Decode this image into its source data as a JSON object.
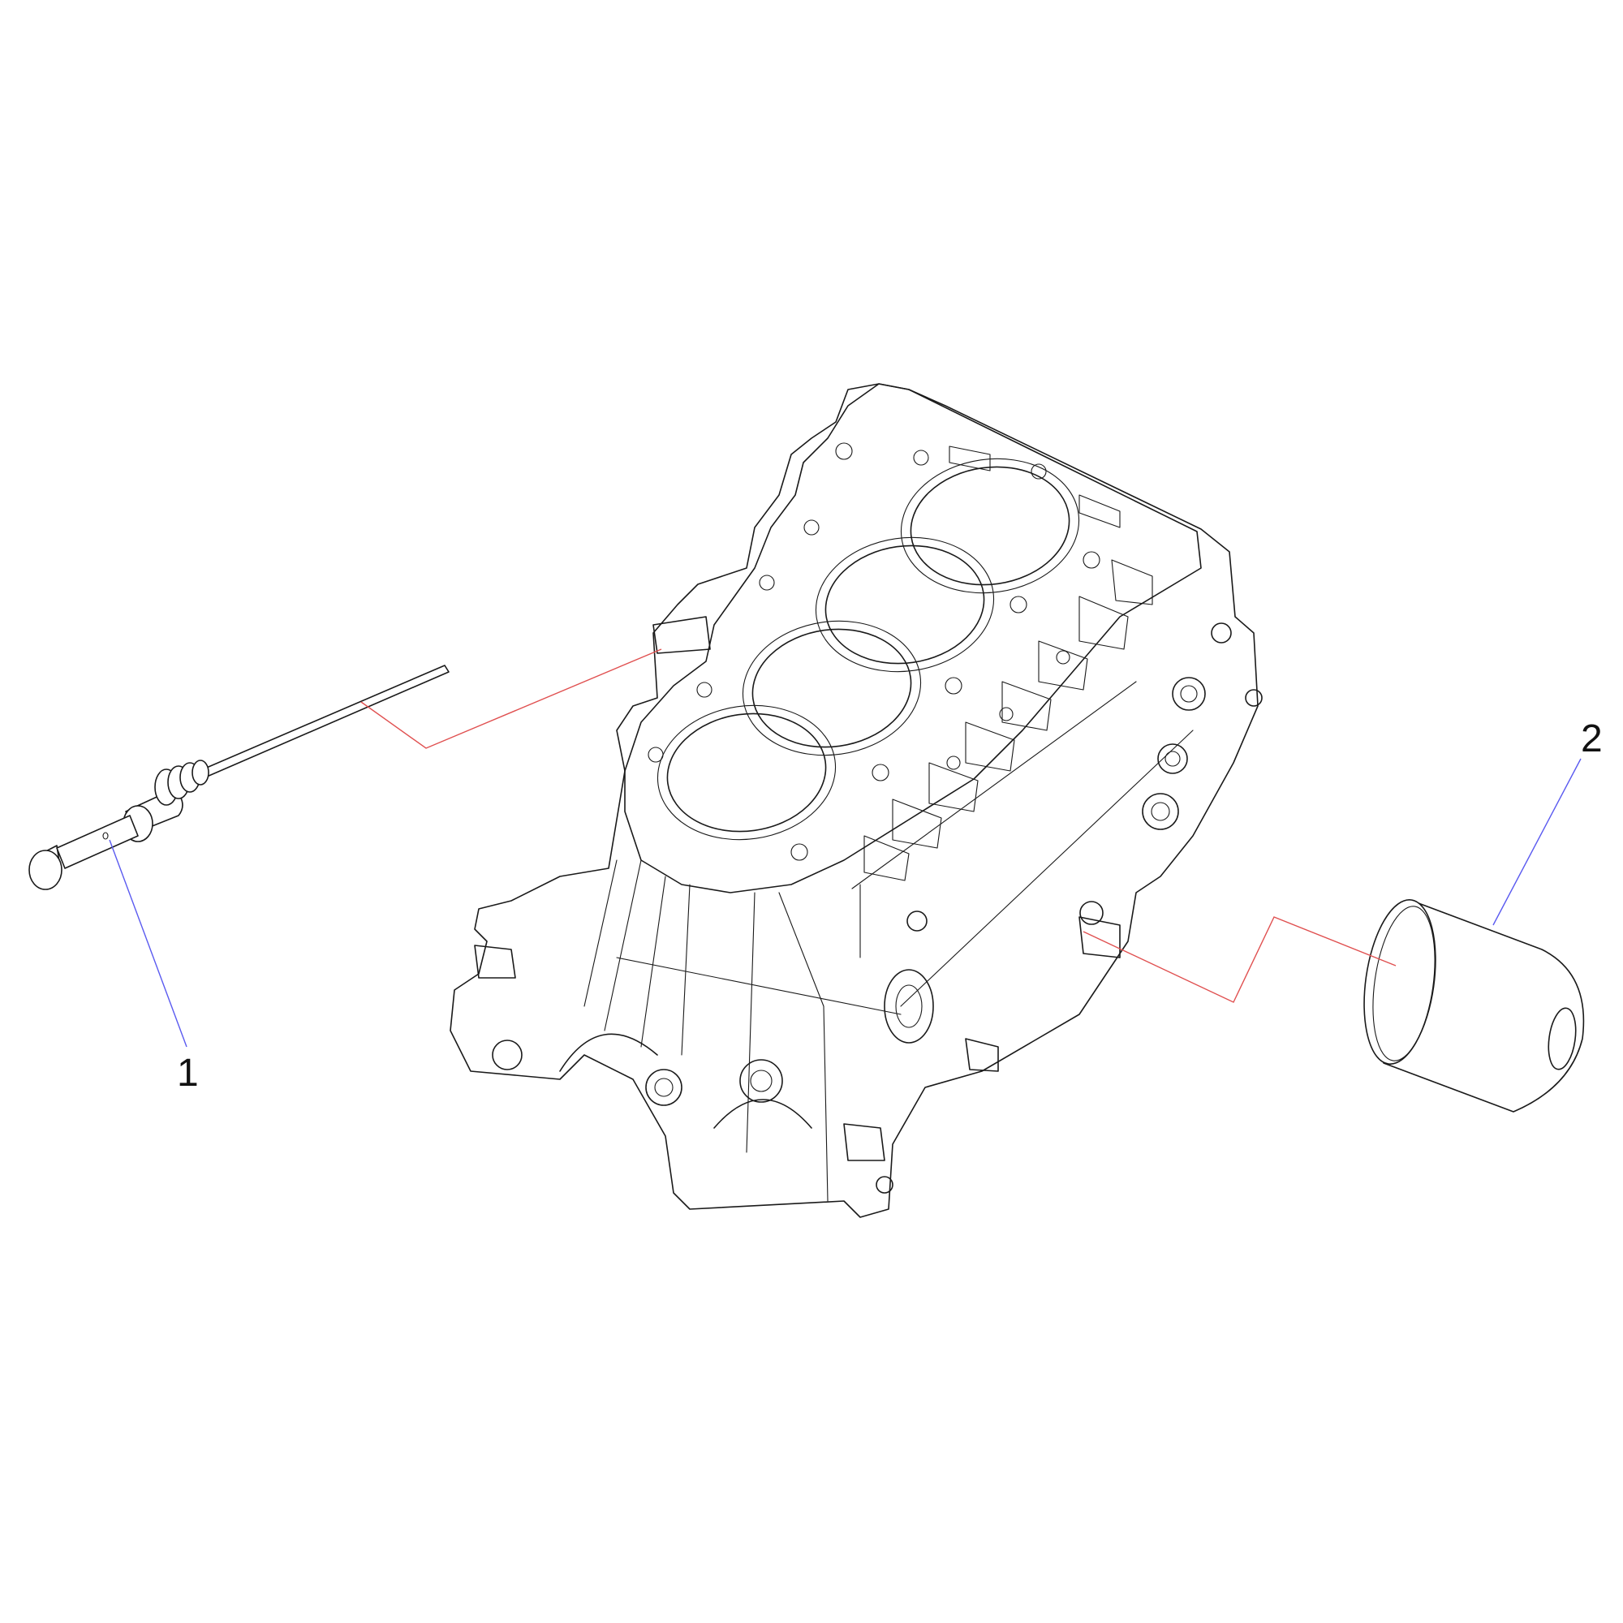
{
  "callouts": [
    {
      "number": "1",
      "part": "dipstick"
    },
    {
      "number": "2",
      "part": "oil-filter"
    }
  ],
  "colors": {
    "background": "#ffffff",
    "linework": "#1a1a1a",
    "leader_blue": "#5a5af0",
    "leader_red": "#e05050"
  }
}
